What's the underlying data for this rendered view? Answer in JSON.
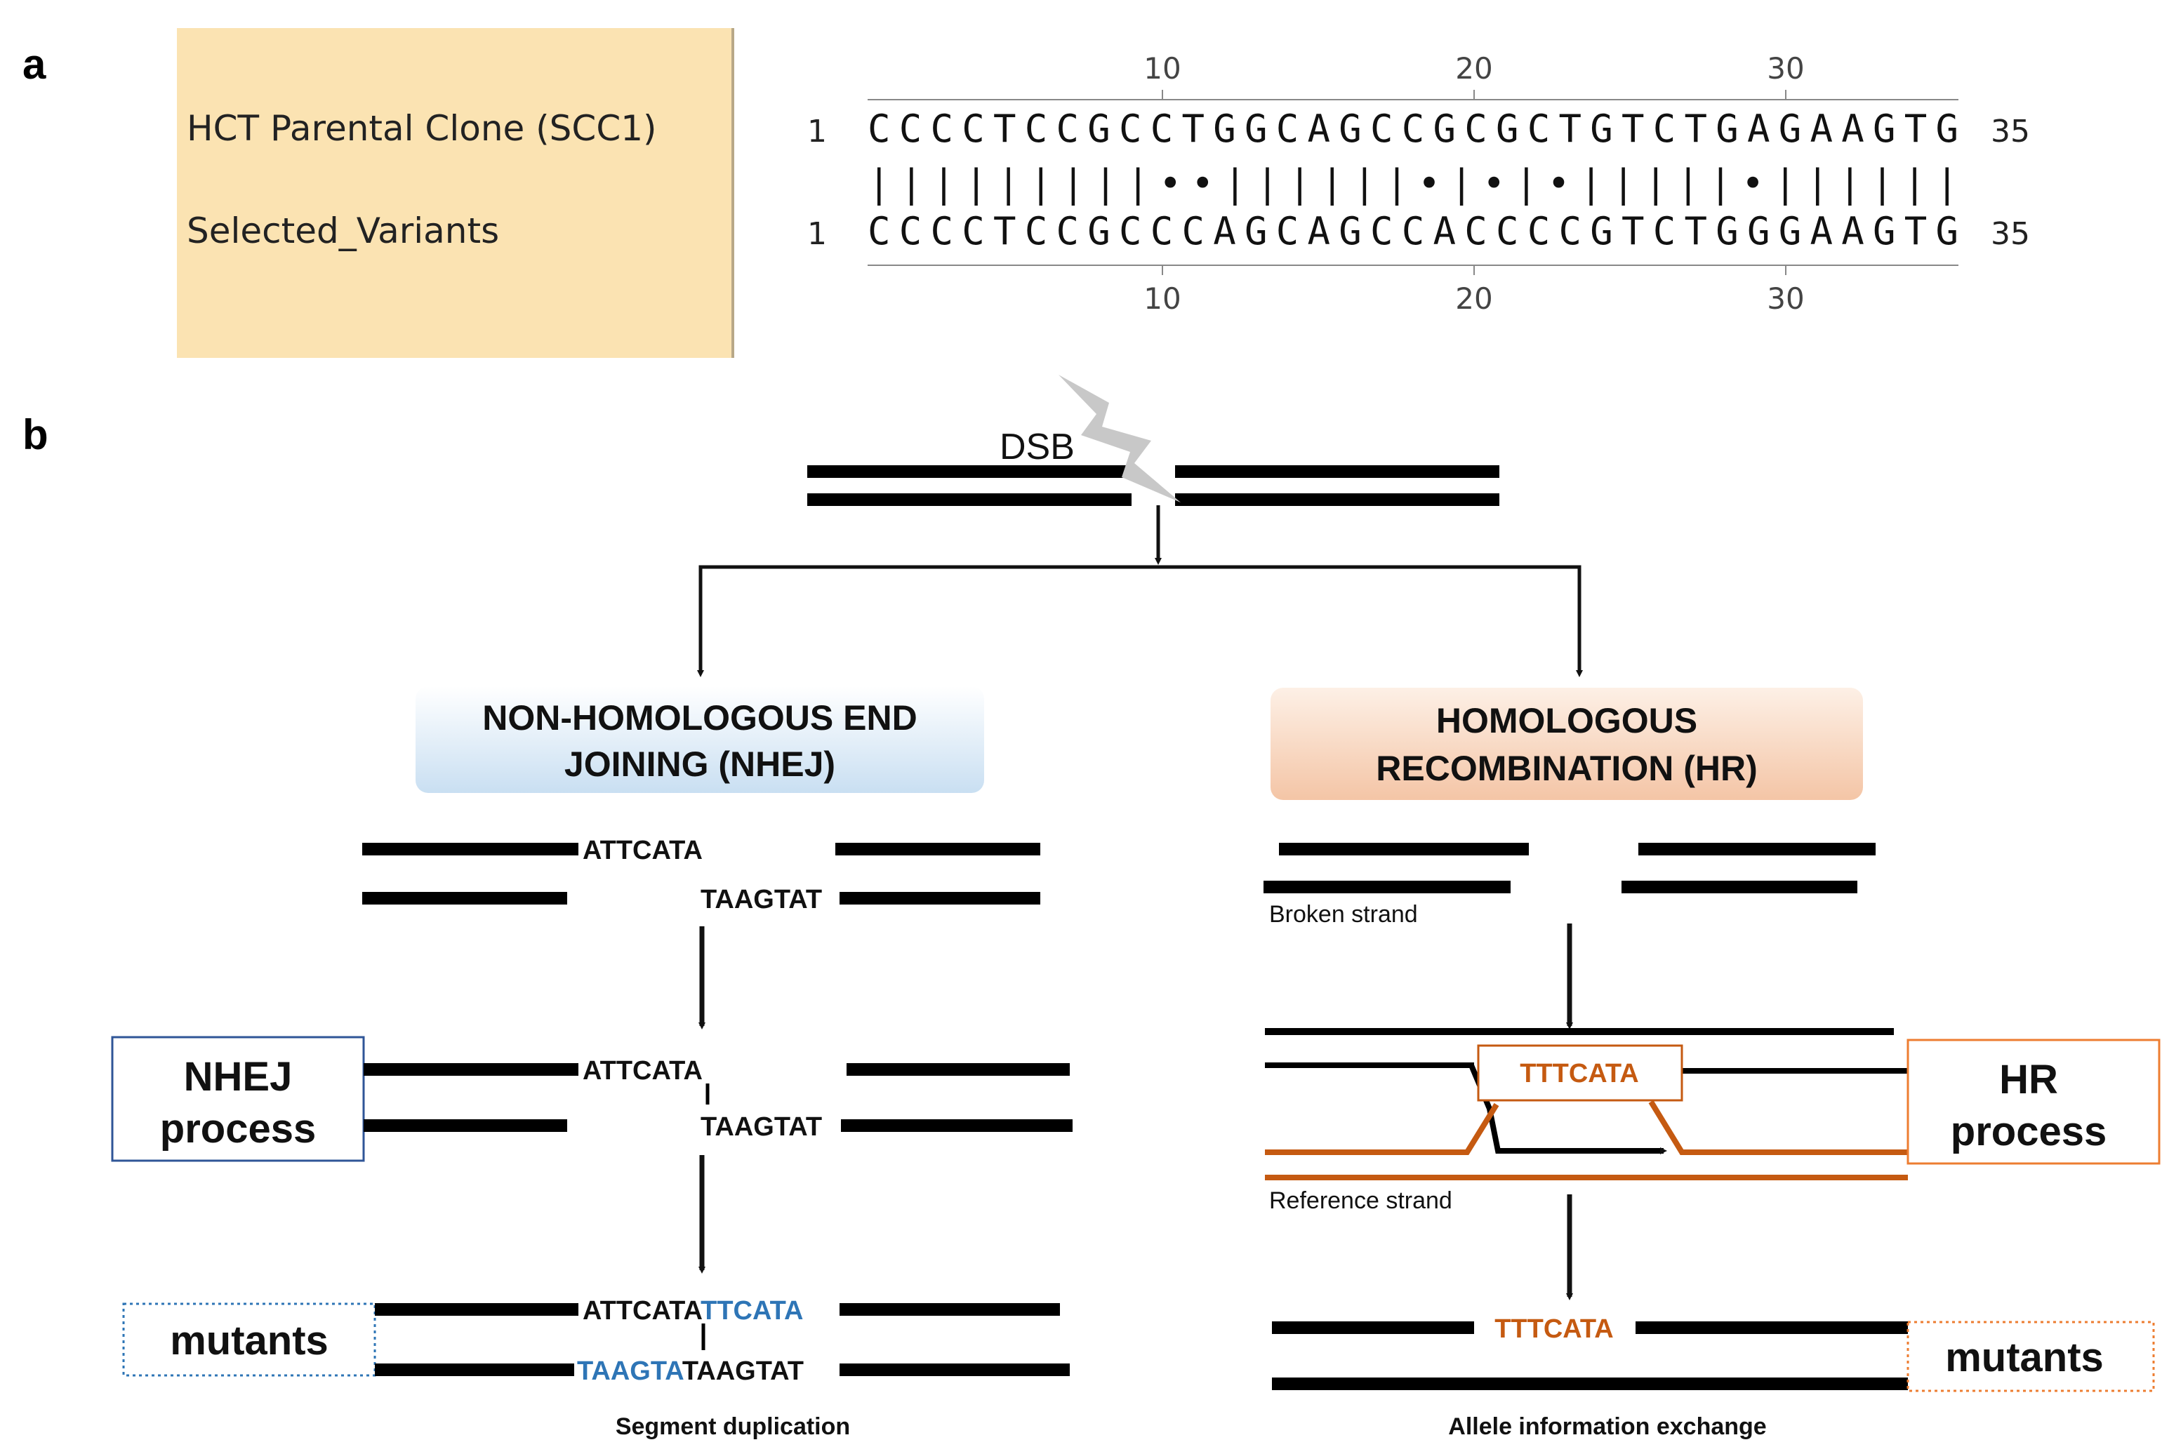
{
  "panel_a": {
    "label": "a",
    "sequences": [
      {
        "name": "HCT Parental Clone (SCC1)",
        "start": "1",
        "end": "35",
        "seq": "CCCCTCCGCCTGGCAGCCGCGCTGTCTGAGAAGTG"
      },
      {
        "name": "Selected_Variants",
        "start": "1",
        "end": "35",
        "seq": "CCCCTCCGCCCAGCAGCCACCCCGTCTGGGAAGTG"
      }
    ],
    "match_line": "|||||||||••||||||•|•|•|||||•||||||",
    "ruler_ticks": [
      "10",
      "20",
      "30"
    ]
  },
  "panel_b": {
    "label": "b",
    "dsb_label": "DSB",
    "nhej": {
      "title_line1": "NON-HOMOLOGOUS END",
      "title_line2": "JOINING (NHEJ)",
      "top_seq": "ATTCATA",
      "bottom_seq": "TAAGTAT",
      "process_line1": "NHEJ",
      "process_line2": "process",
      "mid_top_seq": "ATTCATA",
      "mid_bottom_seq": "TAAGTAT",
      "mutant_top_black": "ATTCATA",
      "mutant_top_blue": "TTCATA",
      "mutant_bottom_blue": "TAAGTA",
      "mutant_bottom_black": "TAAGTAT",
      "mutants_label": "mutants",
      "caption": "Segment duplication"
    },
    "hr": {
      "title_line1": "HOMOLOGOUS",
      "title_line2": "RECOMBINATION (HR)",
      "broken_strand": "Broken strand",
      "reference_strand": "Reference strand",
      "exchange_seq": "TTTCATA",
      "process_line1": "HR",
      "process_line2": "process",
      "mutant_seq": "TTTCATA",
      "mutants_label": "mutants",
      "caption": "Allele information exchange"
    },
    "colors": {
      "blue": "#2e75b6",
      "orange": "#c55a11",
      "nhej_box": "#dbe9f5",
      "hr_box": "#f8d9c6",
      "panel_a_bg": "#fbe3b2"
    }
  }
}
